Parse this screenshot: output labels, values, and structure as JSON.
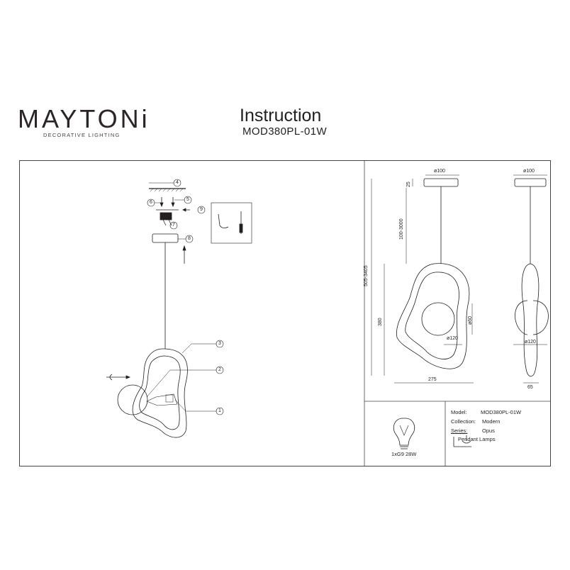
{
  "header": {
    "brand": "MAYTONi",
    "brand_tagline": "DECORATIVE LIGHTING",
    "title": "Instruction",
    "model": "MOD380PL-01W"
  },
  "callouts": [
    "4",
    "5",
    "6",
    "9",
    "7",
    "8",
    "3",
    "2",
    "1"
  ],
  "dimensions": {
    "canopy_dia_front": "ø100",
    "canopy_dia_side": "ø100",
    "canopy_height": "25",
    "cable_length": "100-3000",
    "total_height": "505-3405",
    "body_height": "380",
    "globe_dia": "ø60",
    "globe_inner": "ø120",
    "globe_side": "ø120",
    "body_width": "275",
    "body_depth": "65"
  },
  "bulb": {
    "label": "1xG9 28W"
  },
  "specs": {
    "model_label": "Model:",
    "model_value": "MOD380PL-01W",
    "collection_label": "Collection:",
    "collection_value": "Modern",
    "series_label": "Series:",
    "series_value": "Opus",
    "type_value": "Pendant Lamps"
  },
  "colors": {
    "line": "#231f20",
    "frame": "#444444"
  }
}
